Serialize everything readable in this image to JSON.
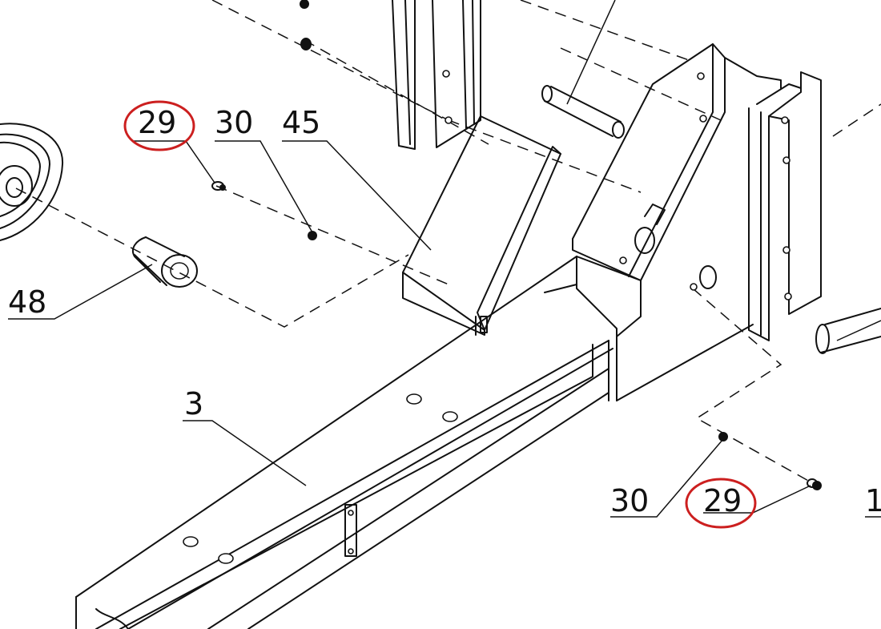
{
  "labels": {
    "l29a": "29",
    "l30a": "30",
    "l45": "45",
    "l48": "48",
    "l3": "3",
    "l30b": "30",
    "l29b": "29",
    "l1": "1"
  },
  "colors": {
    "line": "#111111",
    "highlight": "#cc1f1f",
    "background": "#ffffff"
  }
}
